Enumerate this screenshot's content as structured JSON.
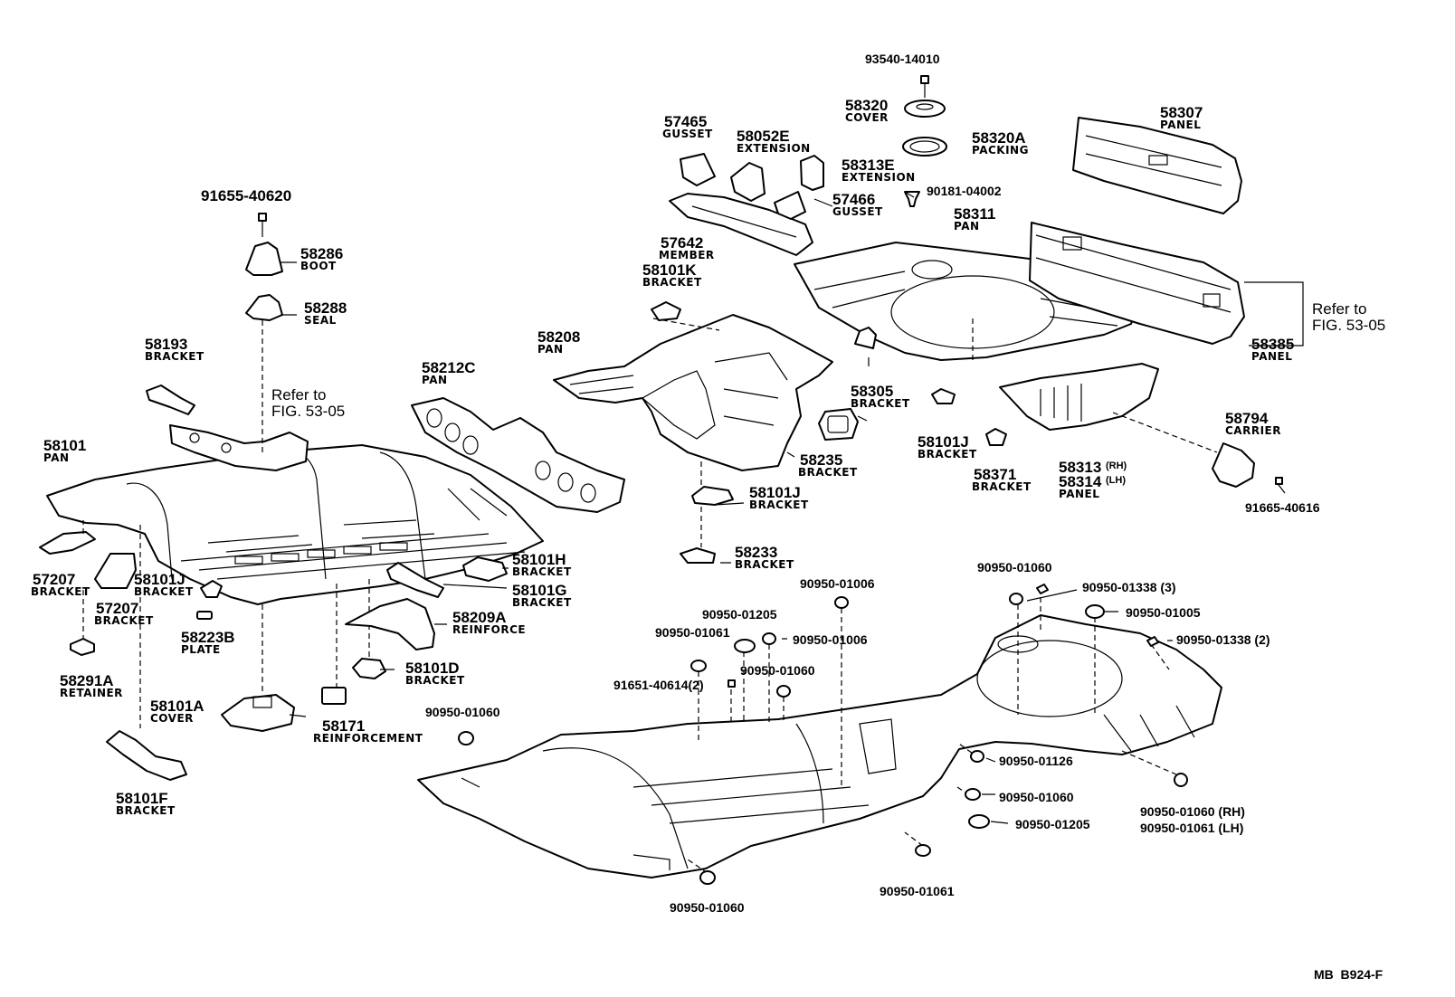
{
  "diagram_id": "MB  B924-F",
  "refer": {
    "line1": "Refer to",
    "line2": "FIG. 53-05"
  },
  "parts": {
    "p91655": {
      "num": "91655-40620"
    },
    "p58286": {
      "num": "58286",
      "name": "BOOT"
    },
    "p58288": {
      "num": "58288",
      "name": "SEAL"
    },
    "p58193": {
      "num": "58193",
      "name": "BRACKET"
    },
    "p58101": {
      "num": "58101",
      "name": "PAN"
    },
    "p57207a": {
      "num": "57207",
      "name": "BRACKET"
    },
    "p58101Ja": {
      "num": "58101J",
      "name": "BRACKET"
    },
    "p57207b": {
      "num": "57207",
      "name": "BRACKET"
    },
    "p58223B": {
      "num": "58223B",
      "name": "PLATE"
    },
    "p58291A": {
      "num": "58291A",
      "name": "RETAINER"
    },
    "p58101A": {
      "num": "58101A",
      "name": "COVER"
    },
    "p58101F": {
      "num": "58101F",
      "name": "BRACKET"
    },
    "p58171": {
      "num": "58171",
      "name": "REINFORCEMENT"
    },
    "p58101D": {
      "num": "58101D",
      "name": "BRACKET"
    },
    "p58209A": {
      "num": "58209A",
      "name": "REINFORCE"
    },
    "p58101G": {
      "num": "58101G",
      "name": "BRACKET"
    },
    "p58101H": {
      "num": "58101H",
      "name": "BRACKET"
    },
    "p58212C": {
      "num": "58212C",
      "name": "PAN"
    },
    "p58208": {
      "num": "58208",
      "name": "PAN"
    },
    "p57465": {
      "num": "57465",
      "name": "GUSSET"
    },
    "p58052E": {
      "num": "58052E",
      "name": "EXTENSION"
    },
    "p58313E": {
      "num": "58313E",
      "name": "EXTENSION"
    },
    "p57466": {
      "num": "57466",
      "name": "GUSSET"
    },
    "p57642": {
      "num": "57642",
      "name": "MEMBER"
    },
    "p58101K": {
      "num": "58101K",
      "name": "BRACKET"
    },
    "p58235": {
      "num": "58235",
      "name": "BRACKET"
    },
    "p58101Jb": {
      "num": "58101J",
      "name": "BRACKET"
    },
    "p58233": {
      "num": "58233",
      "name": "BRACKET"
    },
    "p93540": {
      "num": "93540-14010"
    },
    "p58320": {
      "num": "58320",
      "name": "COVER"
    },
    "p58320A": {
      "num": "58320A",
      "name": "PACKING"
    },
    "p90181": {
      "num": "90181-04002"
    },
    "p58311": {
      "num": "58311",
      "name": "PAN"
    },
    "p58305": {
      "num": "58305",
      "name": "BRACKET"
    },
    "p58101Jc": {
      "num": "58101J",
      "name": "BRACKET"
    },
    "p58371": {
      "num": "58371",
      "name": "BRACKET"
    },
    "p58313": {
      "num": "58313",
      "sub": "(RH)"
    },
    "p58314": {
      "num": "58314",
      "sub": "(LH)",
      "name": "PANEL"
    },
    "p58307": {
      "num": "58307",
      "name": "PANEL"
    },
    "p58385": {
      "num": "58385",
      "name": "PANEL"
    },
    "p58794": {
      "num": "58794",
      "name": "CARRIER"
    },
    "p91665": {
      "num": "91665-40616"
    }
  },
  "plugs": {
    "a": "90950-01060",
    "b": "90950-01338 (3)",
    "c": "90950-01006",
    "d": "90950-01005",
    "e": "90950-01205",
    "f": "90950-01338 (2)",
    "g": "90950-01061",
    "h": "90950-01006",
    "i": "90950-01060",
    "j": "91651-40614(2)",
    "k": "90950-01060",
    "l": "90950-01126",
    "m": "90950-01060",
    "n": "90950-01205",
    "o_rh": "90950-01060 (RH)",
    "o_lh": "90950-01061 (LH)",
    "p": "90950-01061",
    "q": "90950-01060"
  }
}
